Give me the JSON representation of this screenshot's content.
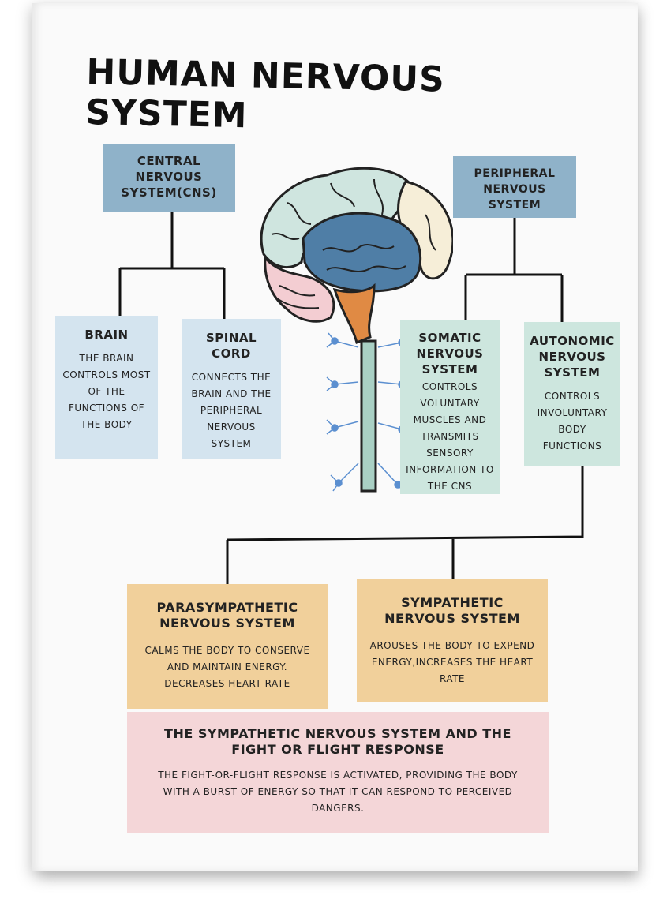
{
  "title": "HUMAN NERVOUS SYSTEM",
  "cns": {
    "title": "CENTRAL NERVOUS SYSTEM(CNS)"
  },
  "pns": {
    "title": "PERIPHERAL NERVOUS SYSTEM"
  },
  "brain": {
    "title": "BRAIN",
    "desc": "THE BRAIN CONTROLS MOST OF THE FUNCTIONS OF THE BODY"
  },
  "spinal_cord": {
    "title": "SPINAL CORD",
    "desc": "CONNECTS THE BRAIN AND THE PERIPHERAL NERVOUS SYSTEM"
  },
  "somatic": {
    "title": "SOMATIC NERVOUS SYSTEM",
    "desc": "CONTROLS VOLUNTARY MUSCLES AND TRANSMITS SENSORY INFORMATION TO THE CNS"
  },
  "autonomic": {
    "title": "AUTONOMIC NERVOUS SYSTEM",
    "desc": "CONTROLS INVOLUNTARY BODY FUNCTIONS"
  },
  "parasympathetic": {
    "title": "PARASYMPATHETIC NERVOUS SYSTEM",
    "desc": "CALMS THE BODY TO CONSERVE AND MAINTAIN ENERGY. DECREASES HEART RATE"
  },
  "sympathetic": {
    "title": "SYMPATHETIC NERVOUS SYSTEM",
    "desc": "AROUSES THE BODY TO EXPEND ENERGY,INCREASES THE HEART RATE"
  },
  "fight_flight": {
    "title": "THE SYMPATHETIC NERVOUS SYSTEM AND THE FIGHT OR FLIGHT RESPONSE",
    "desc": "THE FIGHT-OR-FLIGHT RESPONSE IS ACTIVATED, PROVIDING THE BODY WITH A BURST OF ENERGY SO THAT IT CAN RESPOND TO PERCEIVED DANGERS."
  },
  "colors": {
    "header_box": "#8fb2c9",
    "cns_child_box": "#d4e4ef",
    "pns_child_box": "#cde6de",
    "autonomic_child_box": "#f1d09b",
    "footer_box": "#f4d6d8"
  }
}
